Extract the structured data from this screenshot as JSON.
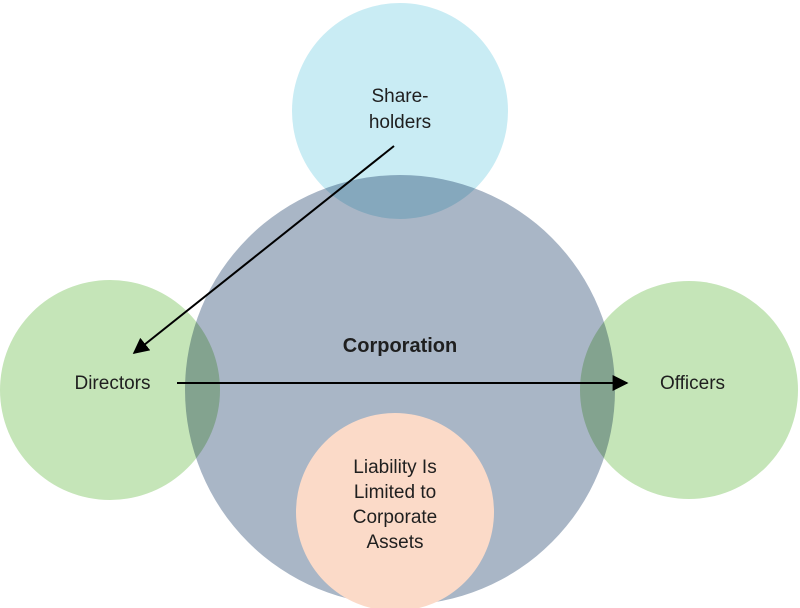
{
  "diagram": {
    "corporation": {
      "label": "Corporation"
    },
    "shareholders": {
      "lines": [
        "Share-",
        "holders"
      ]
    },
    "directors": {
      "label": "Directors"
    },
    "officers": {
      "label": "Officers"
    },
    "liability": {
      "lines": [
        "Liability Is",
        "Limited to",
        "Corporate",
        "Assets"
      ]
    },
    "colors": {
      "corporation_circle": "#a9b6c6",
      "shareholders_circle": "#c9ecf4",
      "directors_circle": "#c5e5b8",
      "officers_circle": "#c5e5b8",
      "liability_circle": "#fbdac8",
      "arrow": "#000000",
      "text": "#1f1f1f"
    }
  }
}
